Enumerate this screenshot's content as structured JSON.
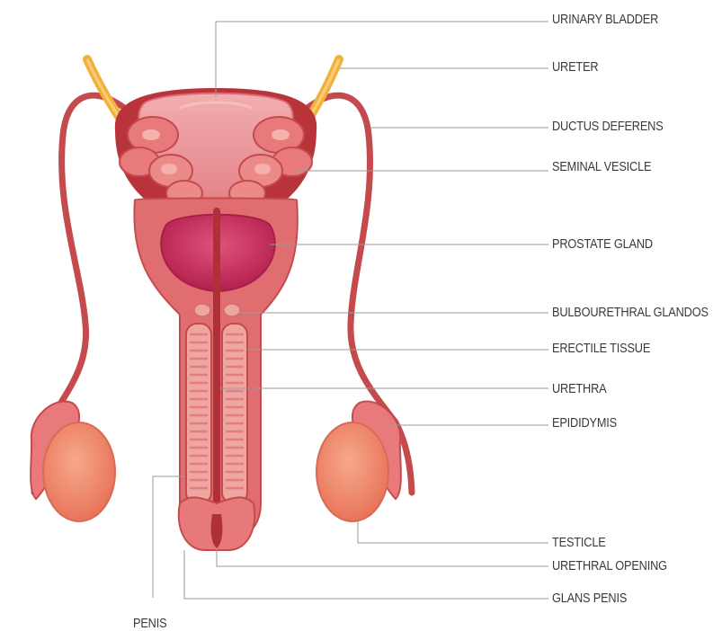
{
  "colors": {
    "tissue_dark": "#c44a4d",
    "tissue_mid": "#e06e70",
    "tissue_light": "#f0a6a0",
    "prostate": "#c42a5a",
    "ureter": "#f3b13c",
    "testis": "#f08a6a",
    "leader_line": "#9a9a9a",
    "label_text": "#3a3a3a"
  },
  "labels": {
    "urinary_bladder": "URINARY BLADDER",
    "ureter": "URETER",
    "ductus_deferens": "DUCTUS DEFERENS",
    "seminal_vesicle": "SEMINAL VESICLE",
    "prostate_gland": "PROSTATE GLAND",
    "bulbourethral": "BULBOURETHRAL GLANDOS",
    "erectile_tissue": "ERECTILE TISSUE",
    "urethra": "URETHRA",
    "epididymis": "EPIDIDYMIS",
    "testicle": "TESTICLE",
    "urethral_opening": "URETHRAL OPENING",
    "glans_penis": "GLANS PENIS",
    "penis": "PENIS"
  }
}
